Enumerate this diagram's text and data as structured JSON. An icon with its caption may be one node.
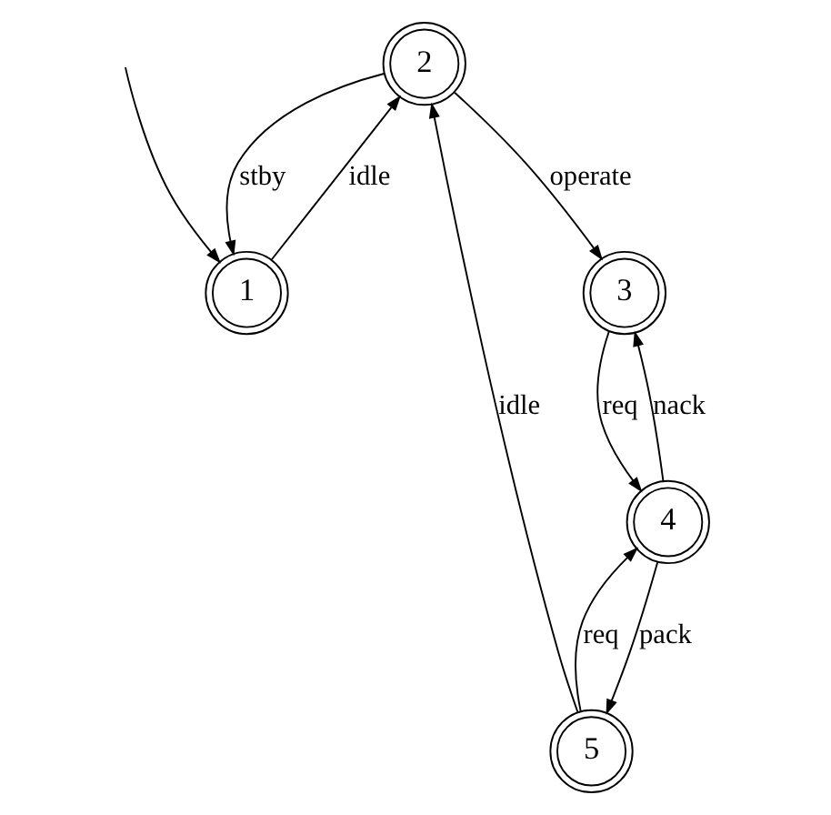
{
  "diagram": {
    "nodes": [
      {
        "text": [
          "2"
        ]
      },
      {
        "text": [
          "3"
        ]
      },
      {
        "text": [
          "5"
        ]
      },
      {
        "text": [
          "1"
        ]
      },
      {
        "text": [
          "4"
        ]
      }
    ],
    "edges": [
      {
        "from": 0,
        "to": 1,
        "arrow": "to",
        "label": "operate"
      },
      {
        "from": 0,
        "to": 3,
        "arrow": "to",
        "label": "stby"
      },
      {
        "from": 3,
        "to": 0,
        "arrow": "to",
        "label": "idle"
      },
      {
        "from": 2,
        "to": 0,
        "arrow": "to",
        "label": "idle"
      },
      {
        "from": null,
        "to": 3,
        "arrow": "to"
      },
      {
        "from": 1,
        "to": 4,
        "arrow": "to",
        "label": "req"
      },
      {
        "from": 2,
        "to": 4,
        "arrow": "to",
        "label": "req"
      },
      {
        "from": 4,
        "to": 1,
        "arrow": "to",
        "label": "nack"
      },
      {
        "from": 4,
        "to": 2,
        "arrow": "to",
        "label": "pack"
      }
    ]
  }
}
